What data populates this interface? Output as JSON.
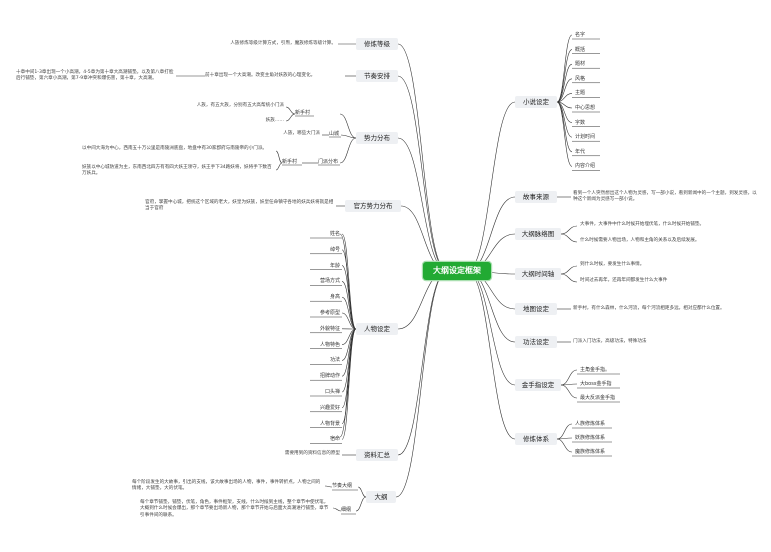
{
  "center": "大纲设定框架",
  "left": {
    "level": {
      "label": "修炼等级",
      "note": "人族修炼等级计算方式，引炁，魔族修炼等级计算。"
    },
    "pacing": {
      "label": "节奏安排",
      "note1": "十章中间1-3章出现一个小高潮，4-5章为第十章大高潮铺垫。以及第八章打脸后行铺垫，第六章小高潮，第7-9章冲突和爆伤害，第十章，大高潮。",
      "note2": "前十章出现一个大高潮。改变主角对妖族的心理变化。"
    },
    "forces": {
      "label": "势力分布",
      "xinshoucun": "新手村",
      "rencun": "人族，有五大族，分别有五大高帮统小门派",
      "yaozu": "妖族……",
      "shancheng": "山城",
      "shancheng_note": "人族，哪些大门派",
      "menpai": "门派分布",
      "xinshou2": "新手村",
      "xinshou2_note1": "以中间大海为中心，西南五十万公里是南陵洲底盘，地盘中有30家郡府与南陵帝的小门派。",
      "xinshou2_note2": "妖族以中心城防道为主，东南西北四方有有四大妖王领守，妖王手下34路妖将，妖将手下数百万妖兵。"
    },
    "official": {
      "label": "官方势力分布",
      "note": "官府，掌握中心城，把统这个区域的老大，妖皇为妖族，妖皇任命镇守各地的妖兵妖将就是相当于官府"
    },
    "characters": {
      "label": "人物设定",
      "items": [
        "姓名",
        "绰号",
        "年龄",
        "营场方式",
        "身高",
        "参考原型",
        "外貌特征",
        "人物特色",
        "功法",
        "招牌动作",
        "口头禅",
        "兴趣爱好",
        "人物背景",
        "宿命"
      ]
    },
    "materials": {
      "label": "资料汇总",
      "note": "需要用到的资料信息的原型"
    },
    "outline": {
      "label": "大纲",
      "rhythm": "节奏大纲",
      "rhythm_note": "每个阶段发生的大故事，引出的支线，该大故事出场的人物，事件，事件转折点，人物之间的情绪，大铺垫，大的伏笔。",
      "detail": "细纲",
      "detail_note": "每个章节铺垫，铺垫，伏笔，角色，事件框架，支线，什么时候到主线，整个章节中使伏笔，大概到什么时候会爆出，那个章节要出场新人物，那个章节开始与后面大高潮进行铺垫，章节引事件间的联系。"
    }
  },
  "right": {
    "novel": {
      "label": "小说设定",
      "items": [
        "名字",
        "概括",
        "题材",
        "风格",
        "主题",
        "中心思想",
        "字数",
        "计划时间",
        "年代",
        "内容介绍"
      ]
    },
    "story": {
      "label": "故事来源",
      "note": "看到一个人突然想出这个人物为灵感，写一部小说，看到新闻中的一个主题，到发灵感，以种这个新闻为灵感写一部小说。"
    },
    "pulse": {
      "label": "大纲脉络图",
      "n1": "大事件，大事件中什么时候开始埋伏笔，什么时候开始铺垫。",
      "n2": "什么时候需要人物出场，人物和主角的关系以及后续发展。"
    },
    "timeline": {
      "label": "大纲时间轴",
      "n1": "到什么时候，要发生什么事情。",
      "n2": "时间过去再年，还再年间都发生什么大事件"
    },
    "map": {
      "label": "地图设定",
      "note": "新手村，有什么森林，什么河流，每个河流相距多远，相对应都什么位置。"
    },
    "skill": {
      "label": "功法设定",
      "note": "门派入门功法，高级功法，特殊功法"
    },
    "cheat": {
      "label": "金手指设定",
      "items": [
        "主角金手指。",
        "大boss金手指",
        "最大反派金手指"
      ]
    },
    "cultivation": {
      "label": "修炼体系",
      "items": [
        "人族修炼体系",
        "妖族修炼体系",
        "魔族修炼体系"
      ]
    }
  }
}
